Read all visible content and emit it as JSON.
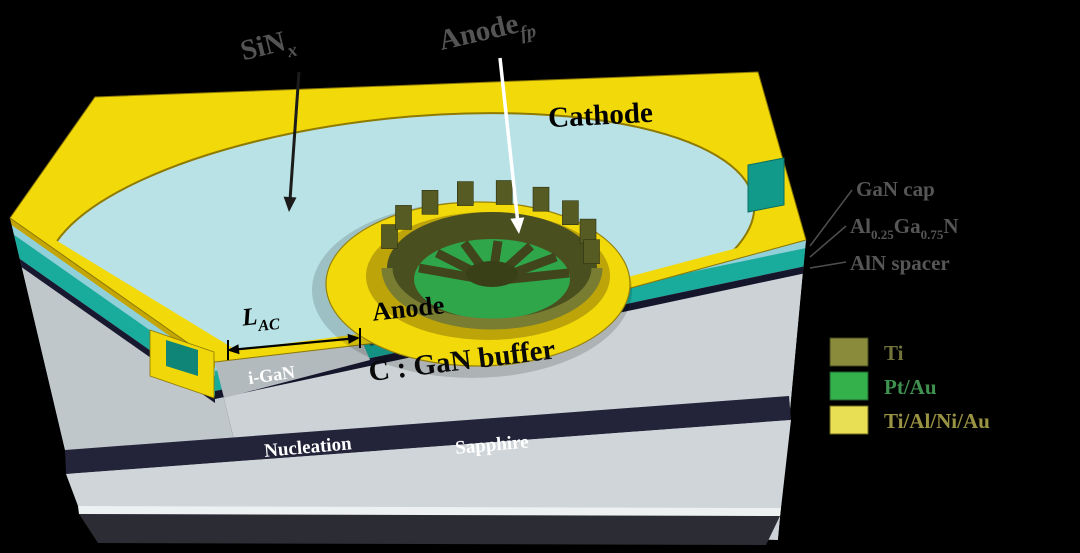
{
  "figure": {
    "device_labels": {
      "sinx_main": "SiN",
      "sinx_sub": "x",
      "anodefp_main": "Anode",
      "anodefp_sub": "fp",
      "cathode": "Cathode",
      "anode": "Anode",
      "lac_main": "L",
      "lac_sub": "AC",
      "igan": "i-GaN",
      "gan_buffer": "C : GaN buffer",
      "nucleation": "Nucleation",
      "sapphire": "Sapphire"
    },
    "layer_annotations": {
      "gan_cap": "GaN cap",
      "algan_p1": "Al",
      "algan_s1": "0.25",
      "algan_p2": "Ga",
      "algan_s2": "0.75",
      "algan_p3": "N",
      "aln_spacer": "AlN spacer"
    },
    "legend": [
      {
        "label": "Ti",
        "color": "#8a8c3c"
      },
      {
        "label": "Pt/Au",
        "color": "#35b14b"
      },
      {
        "label": "Ti/Al/Ni/Au",
        "color": "#e8df55"
      }
    ],
    "colors": {
      "background": "#000000",
      "cathode_metal": "#f2d90a",
      "sinx_surface": "#b8e2e6",
      "epi_teal": "#19ab9c",
      "buffer_gray": "#ccd2d5",
      "nucleation": "#23233a",
      "sapphire": "#cfd5d8",
      "field_plate_olive": "#4a4f20",
      "anode_contact_green": "#2fa64a"
    }
  }
}
